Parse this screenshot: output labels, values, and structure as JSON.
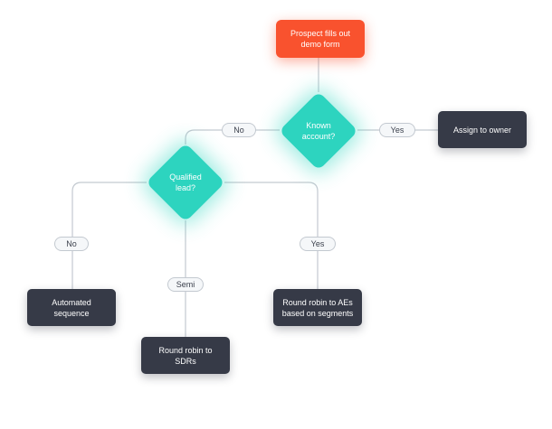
{
  "nodes": {
    "start": {
      "label": "Prospect fills out\ndemo form"
    },
    "known_account": {
      "label": "Known\naccount?"
    },
    "assign_owner": {
      "label": "Assign to owner"
    },
    "qualified_lead": {
      "label": "Qualified\nlead?"
    },
    "automated_sequence": {
      "label": "Automated\nsequence"
    },
    "round_robin_sdrs": {
      "label": "Round robin to\nSDRs"
    },
    "round_robin_aes": {
      "label": "Round robin to AEs\nbased on segments"
    }
  },
  "edges": {
    "known_no": "No",
    "known_yes": "Yes",
    "qualified_no": "No",
    "qualified_semi": "Semi",
    "qualified_yes": "Yes"
  },
  "colors": {
    "start": "#f9522e",
    "decision": "#2dd4bf",
    "action": "#363a47",
    "connector": "#c3c9d0"
  }
}
